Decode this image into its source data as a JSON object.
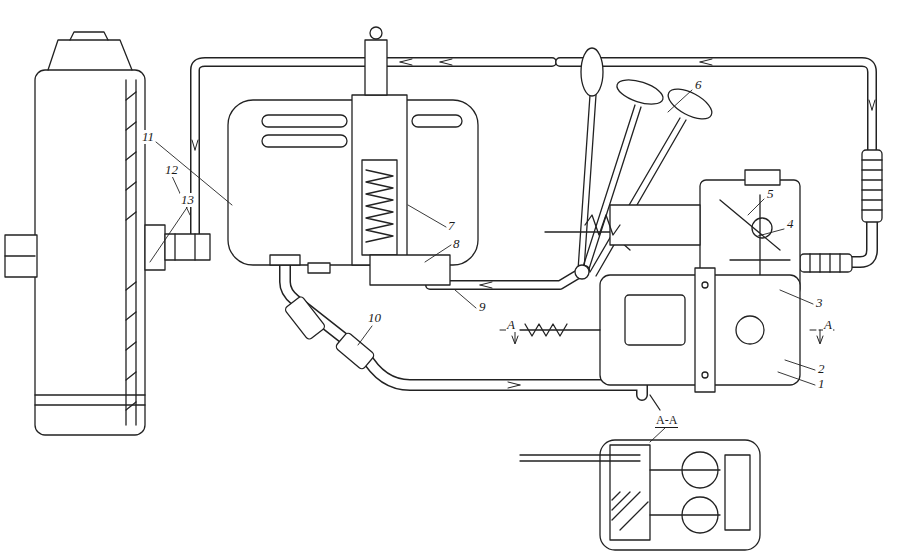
{
  "diagram": {
    "labels": [
      "11",
      "12",
      "13",
      "7",
      "8",
      "9",
      "10",
      "6",
      "5",
      "4",
      "3",
      "2",
      "1",
      "А",
      "А",
      "А-А"
    ]
  }
}
